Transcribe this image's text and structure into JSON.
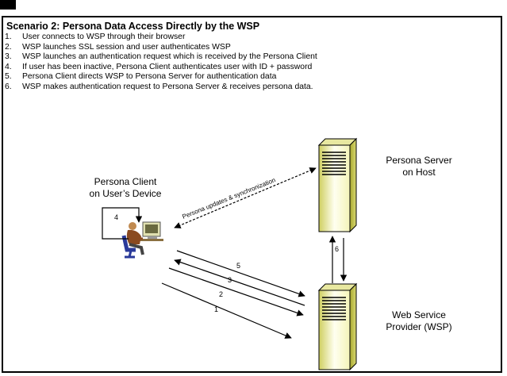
{
  "title": "Scenario 2: Persona Data Access Directly by the WSP",
  "steps": [
    {
      "num": "1.",
      "text": "User connects to WSP through their browser"
    },
    {
      "num": "2.",
      "text": "WSP launches SSL session and user authenticates WSP"
    },
    {
      "num": "3.",
      "text": "WSP launches an authentication request which is received by the Persona Client"
    },
    {
      "num": "4.",
      "text": "If user has been inactive, Persona Client authenticates user with ID + password"
    },
    {
      "num": "5.",
      "text": "Persona Client directs WSP to Persona Server for authentication data"
    },
    {
      "num": "6.",
      "text": "WSP makes authentication request to Persona Server & receives persona data."
    }
  ],
  "nodes": {
    "client_line1": "Persona Client",
    "client_line2": "on User’s Device",
    "server_line1": "Persona Server",
    "server_line2": "on Host",
    "wsp_line1": "Web Service",
    "wsp_line2": "Provider (WSP)"
  },
  "edges": {
    "sync_label": "Persona updates & synchronization",
    "e1": "1",
    "e2": "2",
    "e3": "3",
    "e4": "4",
    "e5": "5",
    "e6": "6"
  }
}
